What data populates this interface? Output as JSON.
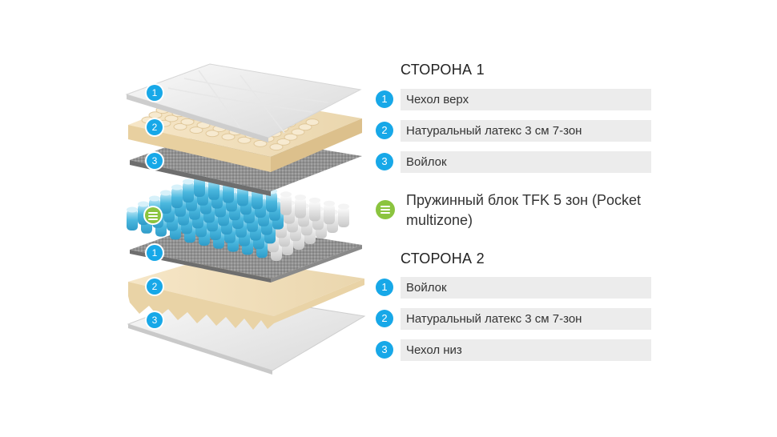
{
  "side1": {
    "title": "СТОРОНА 1",
    "items": [
      {
        "num": "1",
        "label": "Чехол верх"
      },
      {
        "num": "2",
        "label": "Натуральный латекс 3 см 7-зон"
      },
      {
        "num": "3",
        "label": "Войлок"
      }
    ]
  },
  "spring_block": {
    "label": "Пружинный блок TFK 5 зон (Pocket multizone)",
    "icon": "spring-block-icon"
  },
  "side2": {
    "title": "СТОРОНА 2",
    "items": [
      {
        "num": "1",
        "label": "Войлок"
      },
      {
        "num": "2",
        "label": "Натуральный латекс 3 см 7-зон"
      },
      {
        "num": "3",
        "label": "Чехол низ"
      }
    ]
  },
  "diagram_badges": {
    "top": [
      "1",
      "2",
      "3"
    ],
    "bottom": [
      "1",
      "2",
      "3"
    ]
  },
  "colors": {
    "badge_blue": "#17a8e8",
    "badge_green": "#8bc43f",
    "latex": "#f3e3c4",
    "felt": "#9a9a9a",
    "spring_blue": "#5fc3e4",
    "spring_gray": "#d8d8d8",
    "row_bg": "#ececec"
  }
}
